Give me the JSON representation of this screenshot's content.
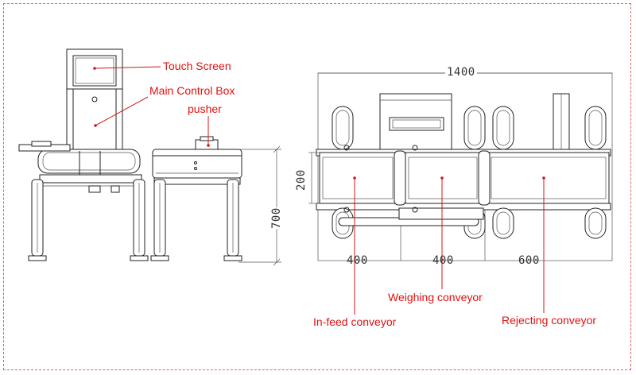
{
  "labels": {
    "touch_screen": "Touch Screen",
    "main_control_box": "Main Control Box",
    "pusher": "pusher",
    "weighing_conveyor": "Weighing conveyor",
    "infeed_conveyor": "In-feed conveyor",
    "rejecting_conveyor": "Rejecting conveyor"
  },
  "dimensions": {
    "total_length": "1400",
    "belt_width": "200",
    "height": "700",
    "infeed_length": "400",
    "weighing_length": "400",
    "rejecting_length": "600"
  },
  "colors": {
    "label": "#e01010",
    "line": "#222222"
  }
}
